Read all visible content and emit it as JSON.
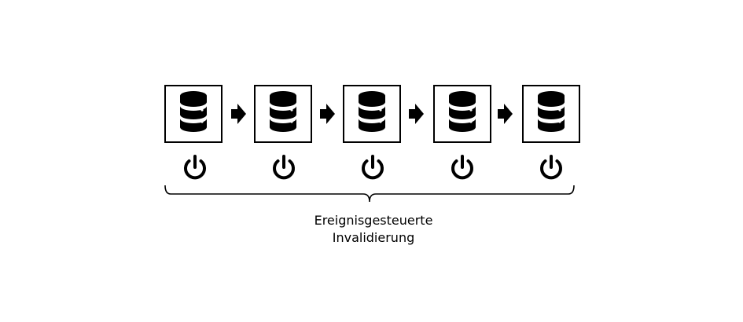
{
  "diagram": {
    "nodes": [
      {
        "icon": "database-icon",
        "status_icon": "power-icon"
      },
      {
        "icon": "database-icon",
        "status_icon": "power-icon"
      },
      {
        "icon": "database-icon",
        "status_icon": "power-icon"
      },
      {
        "icon": "database-icon",
        "status_icon": "power-icon"
      },
      {
        "icon": "database-icon",
        "status_icon": "power-icon"
      }
    ],
    "connector_icon": "arrow-right-icon",
    "grouping": "brace-under-all-nodes",
    "caption": {
      "line1": "Ereignisgesteuerte",
      "line2": "Invalidierung"
    },
    "colors": {
      "stroke": "#000000",
      "background": "#ffffff"
    }
  }
}
